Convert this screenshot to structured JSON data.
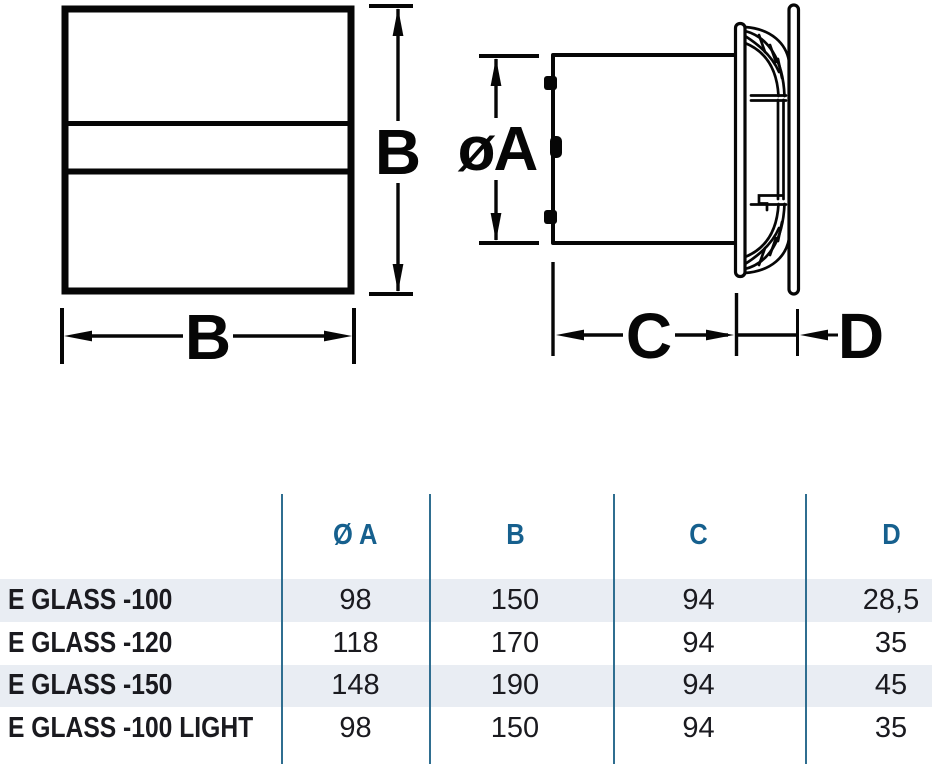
{
  "drawing": {
    "front_view": {
      "height_dim": "B",
      "width_dim": "B"
    },
    "side_view": {
      "diameter_dim": "øA",
      "duct_depth_dim": "C",
      "front_depth_dim": "D"
    }
  },
  "table": {
    "columns": [
      {
        "key": "a",
        "label": "Ø A"
      },
      {
        "key": "b",
        "label": "B"
      },
      {
        "key": "c",
        "label": "C"
      },
      {
        "key": "d",
        "label": "D"
      }
    ],
    "rows": [
      {
        "model": "E GLASS -100",
        "a": "98",
        "b": "150",
        "c": "94",
        "d": "28,5"
      },
      {
        "model": "E GLASS -120",
        "a": "118",
        "b": "170",
        "c": "94",
        "d": "35"
      },
      {
        "model": "E GLASS -150",
        "a": "148",
        "b": "190",
        "c": "94",
        "d": "45"
      },
      {
        "model": "E GLASS -100 LIGHT",
        "a": "98",
        "b": "150",
        "c": "94",
        "d": "35"
      }
    ]
  },
  "colors": {
    "accent_text": "#16608e",
    "divider_blue": "#2f6e90",
    "row_alt_bg": "#e9edf3",
    "ink": "#1a1a1f",
    "drawing_ink": "#060606"
  }
}
